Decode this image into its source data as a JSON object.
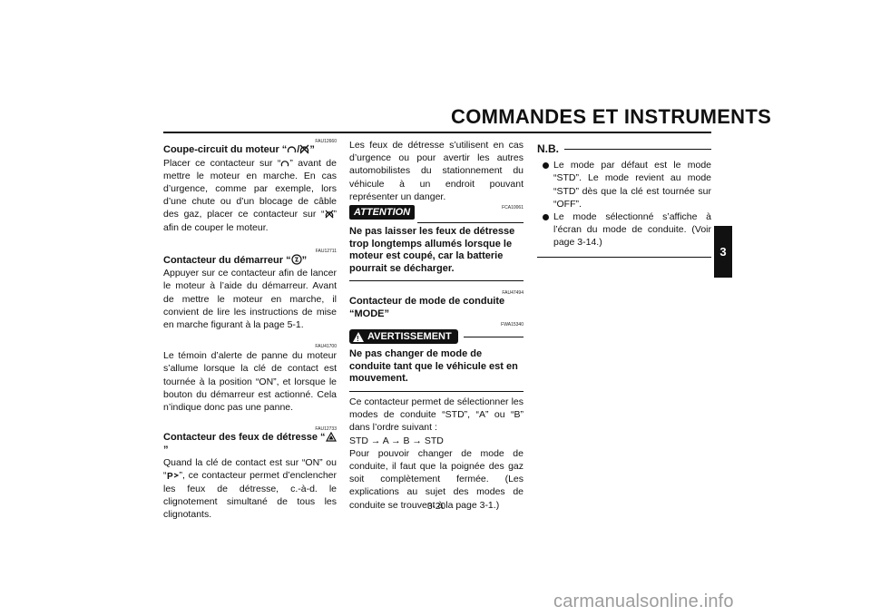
{
  "header": {
    "title": "COMMANDES ET INSTRUMENTS",
    "chapter": "3"
  },
  "col1": {
    "s1_code": "FAU12660",
    "s1_heading_pre": "Coupe-circuit du moteur “",
    "s1_heading_post": "”",
    "s1_body_a": "Placer ce contacteur sur “",
    "s1_body_b": "” avant de mettre le moteur en marche. En cas d’urgence, comme par exemple, lors d’une chute ou d’un blocage de câble des gaz, placer ce contacteur sur “",
    "s1_body_c": "” afin de couper le moteur.",
    "s2_code": "FAU12711",
    "s2_heading_pre": "Contacteur du démarreur “",
    "s2_heading_post": "”",
    "s2_body": "Appuyer sur ce contacteur afin de lancer le moteur à l’aide du démarreur. Avant de mettre le moteur en marche, il convient de lire les instructions de mise en marche figurant à la page 5-1.",
    "s3_code": "FAU41700",
    "s3_body": "Le témoin d’alerte de panne du moteur s’allume lorsque la clé de contact est tournée à la position “ON”, et lorsque le bouton du démarreur est actionné. Cela n’indique donc pas une panne.",
    "s4_code": "FAU12733",
    "s4_heading_pre": "Contacteur des feux de détresse “",
    "s4_heading_post": "”",
    "s4_body_a": "Quand la clé de contact est sur “ON” ou “",
    "s4_body_b": "”, ce contacteur permet d’enclencher les feux de détresse, c.-à-d. le clignotement simultané de tous les clignotants."
  },
  "col2": {
    "intro": "Les feux de détresse s’utilisent en cas d’urgence ou pour avertir les autres automobilistes du stationnement du véhicule à un endroit pouvant représenter un danger.",
    "attention_label": "ATTENTION",
    "attention_code": "FCA10061",
    "attention_text": "Ne pas laisser les feux de détresse trop longtemps allumés lorsque le moteur est coupé, car la batterie pourrait se décharger.",
    "mode_code": "FAU47494",
    "mode_heading": "Contacteur de mode de conduite “MODE”",
    "warning_code": "FWA15340",
    "warning_label": "AVERTISSEMENT",
    "warning_text": "Ne pas changer de mode de conduite tant que le véhicule est en mouvement.",
    "mode_body": "Ce contacteur permet de sélectionner les modes de conduite “STD”, “A” ou “B” dans l’ordre suivant :",
    "sequence": "STD → A → B → STD",
    "mode_body2": "Pour pouvoir changer de mode de conduite, il faut que la poignée des gaz soit complètement fermée. (Les explications au sujet des modes de conduite se trouvent à la page 3-1.)"
  },
  "col3": {
    "nb_title": "N.B.",
    "bullets": [
      "Le mode par défaut est le mode “STD”. Le mode revient au mode “STD” dès que la clé est tournée sur “OFF”.",
      "Le mode sélectionné s’affiche à l’écran du mode de conduite. (Voir page 3-14.)"
    ]
  },
  "footer": {
    "page": "3-20",
    "watermark": "carmanualsonline.info"
  }
}
